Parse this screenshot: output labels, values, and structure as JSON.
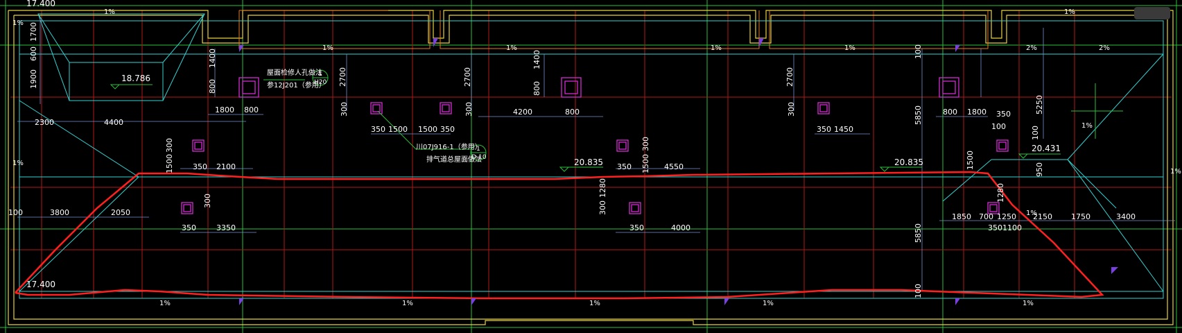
{
  "viewcube_label": "",
  "elevations": {
    "top_left": "17.400",
    "bottom_left": "17.400",
    "stair_room": "18.786",
    "ridge_center": "20.835",
    "ridge_right": "20.835",
    "right_hip": "20.431"
  },
  "notes": {
    "hatch_line1": "屋面检修人孔做法",
    "hatch_line2": "参12J201（参用）",
    "hatch_ref_num": "1",
    "hatch_ref_sub": "H20",
    "vent_line1": "川07J916-1（参用）",
    "vent_line2": "排气道总屋面做法",
    "vent_ref_num": "1",
    "vent_ref_sub": "D-10"
  },
  "slope_labels": [
    "1%",
    "1%",
    "1%",
    "1%",
    "1%",
    "1%",
    "2%",
    "2%",
    "1%",
    "1%",
    "1%",
    "1%",
    "1%",
    "1%",
    "1%",
    "1%",
    "1%",
    "1%"
  ],
  "dimensions": [
    "1700",
    "600",
    "1900",
    "1400",
    "800",
    "2700",
    "1800",
    "800",
    "300",
    "350",
    "1500",
    "1500",
    "350",
    "2700",
    "1400",
    "800",
    "300",
    "4200",
    "800",
    "2700",
    "300",
    "350",
    "1450",
    "100",
    "5850",
    "800",
    "1800",
    "350",
    "100",
    "5250",
    "2300",
    "4400",
    "300",
    "1500",
    "350",
    "2100",
    "1500",
    "300",
    "350",
    "4550",
    "1500",
    "950",
    "1280",
    "300",
    "3800",
    "2050",
    "300",
    "1280",
    "350",
    "3350",
    "350",
    "4000",
    "1850",
    "700",
    "1250",
    "350",
    "1100",
    "2150",
    "1750",
    "3400",
    "100",
    "5850",
    "100",
    "100"
  ]
}
